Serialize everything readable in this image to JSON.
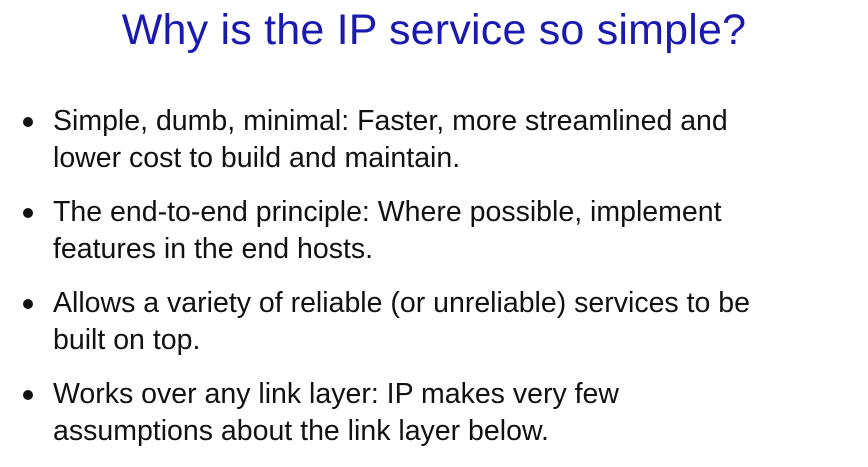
{
  "slide": {
    "title": "Why is the IP service so simple?",
    "bullets": [
      {
        "line1": "Simple, dumb, minimal: Faster, more streamlined and",
        "line2": "lower cost to build and maintain."
      },
      {
        "line1": "The end-to-end principle: Where possible, implement",
        "line2": "features in the end hosts."
      },
      {
        "line1": "Allows a variety of reliable (or unreliable) services to be",
        "line2": "built on top."
      },
      {
        "line1": "Works over any link layer: IP makes very few",
        "line2": "assumptions about the link layer below."
      }
    ],
    "colors": {
      "title": "#1a1ab0",
      "body_text": "#111111",
      "background": "#ffffff"
    }
  }
}
